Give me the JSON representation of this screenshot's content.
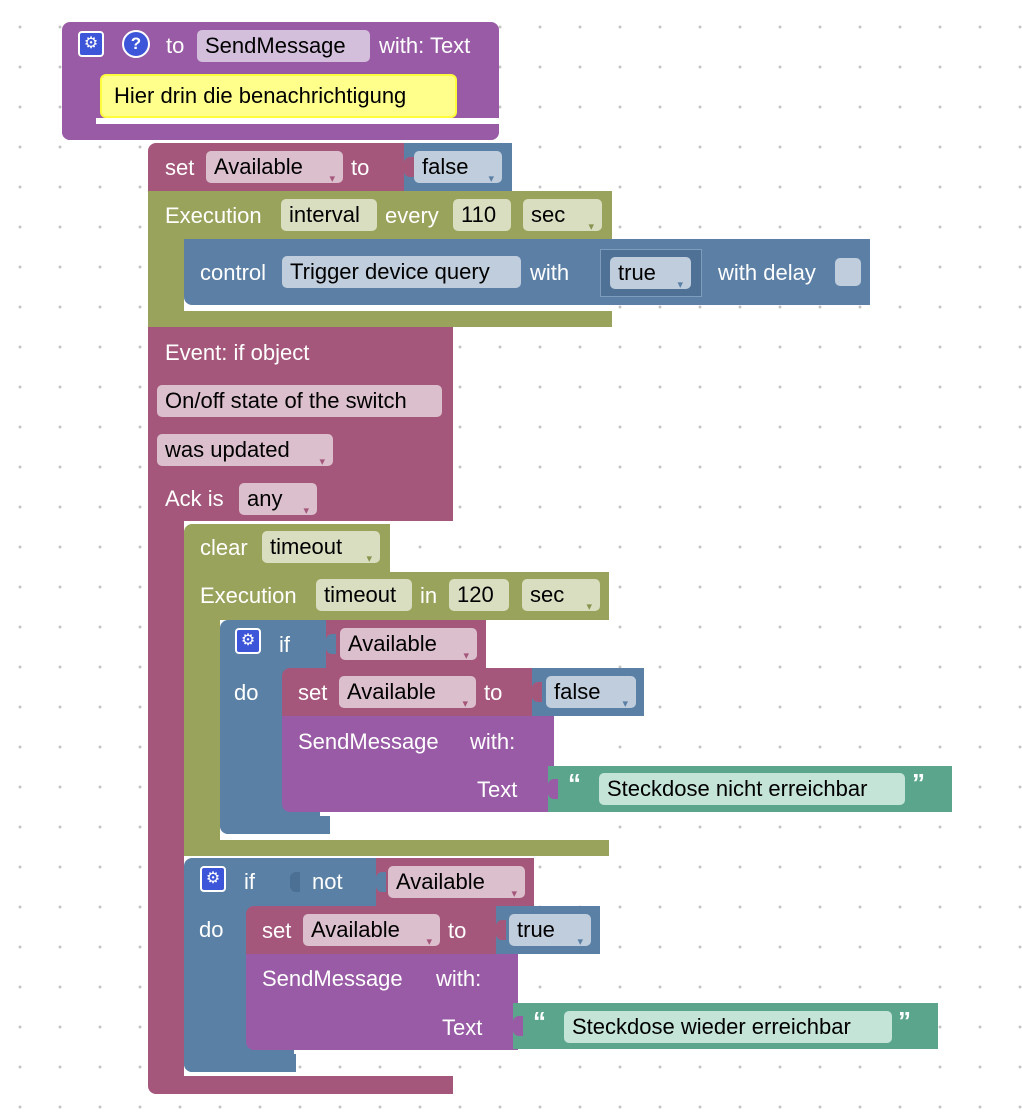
{
  "colors": {
    "procedure": "#995ba5",
    "variable": "#a5577b",
    "timer": "#9aa35b",
    "logic": "#5b80a5",
    "text": "#5ba58c",
    "comment": "#ffff8c"
  },
  "procedure": {
    "to_label": "to",
    "name": "SendMessage",
    "params_label": "with: Text",
    "comment": "Hier drin die benachrichtigung",
    "gear_icon": "gear-icon",
    "help_icon": "help-icon"
  },
  "set1": {
    "set_label": "set",
    "var": "Available",
    "to_label": "to",
    "value": "false"
  },
  "schedule": {
    "label": "Execution",
    "type": "interval",
    "every_label": "every",
    "value": "110",
    "unit": "sec",
    "control": {
      "label": "control",
      "device": "Trigger device query",
      "with_label": "with",
      "value": "true",
      "delay_label": "with delay"
    }
  },
  "event": {
    "title": "Event: if object",
    "object": "On/off state of the switch",
    "condition": "was updated",
    "ack_label": "Ack is",
    "ack_value": "any",
    "clear": {
      "label": "clear",
      "value": "timeout"
    },
    "timeout": {
      "label": "Execution",
      "type": "timeout",
      "in_label": "in",
      "value": "120",
      "unit": "sec"
    },
    "if1": {
      "if_label": "if",
      "do_label": "do",
      "condition_var": "Available",
      "set_label": "set",
      "set_var": "Available",
      "to_label": "to",
      "set_value": "false",
      "call_name": "SendMessage",
      "call_with": "with:",
      "arg_label": "Text",
      "arg_text": "Steckdose nicht erreichbar"
    },
    "if2": {
      "if_label": "if",
      "not_label": "not",
      "do_label": "do",
      "condition_var": "Available",
      "set_label": "set",
      "set_var": "Available",
      "to_label": "to",
      "set_value": "true",
      "call_name": "SendMessage",
      "call_with": "with:",
      "arg_label": "Text",
      "arg_text": "Steckdose wieder erreichbar"
    }
  },
  "glyphs": {
    "dropdown": "▾",
    "quote_open": "“",
    "quote_close": "”",
    "gear": "⚙",
    "help": "?"
  }
}
